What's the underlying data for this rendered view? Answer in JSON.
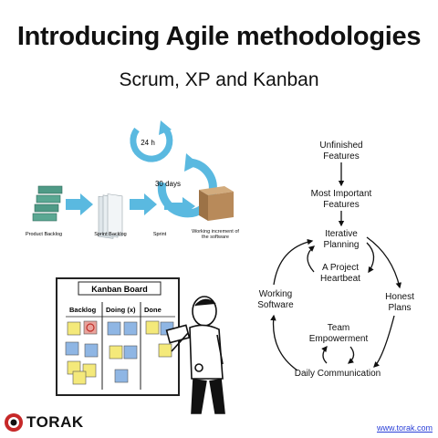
{
  "title": "Introducing Agile methodologies",
  "subtitle": "Scrum, XP and Kanban",
  "scrum": {
    "cycle_daily": "24 h",
    "cycle_sprint": "30 days",
    "labels": [
      "Product Backlog",
      "Sprint Backlog",
      "Sprint",
      "Working increment of the software"
    ]
  },
  "kanban": {
    "board_title": "Kanban Board",
    "columns": [
      "Backlog",
      "Doing (x)",
      "Done"
    ],
    "colors": {
      "yellow": "#f4e97a",
      "blue": "#8fb6e4",
      "red": "#e05a50"
    }
  },
  "xp": {
    "nodes": {
      "unfinished": [
        "Unfinished",
        "Features"
      ],
      "important": [
        "Most Important",
        "Features"
      ],
      "planning": [
        "Iterative",
        "Planning"
      ],
      "heartbeat": [
        "A Project",
        "Heartbeat"
      ],
      "honest": [
        "Honest",
        "Plans"
      ],
      "empowerment": [
        "Team",
        "Empowerment"
      ],
      "daily": [
        "Daily Communication"
      ],
      "working": [
        "Working",
        "Software"
      ]
    }
  },
  "footer": {
    "logo": "TORAK",
    "link": "www.torak.com"
  }
}
